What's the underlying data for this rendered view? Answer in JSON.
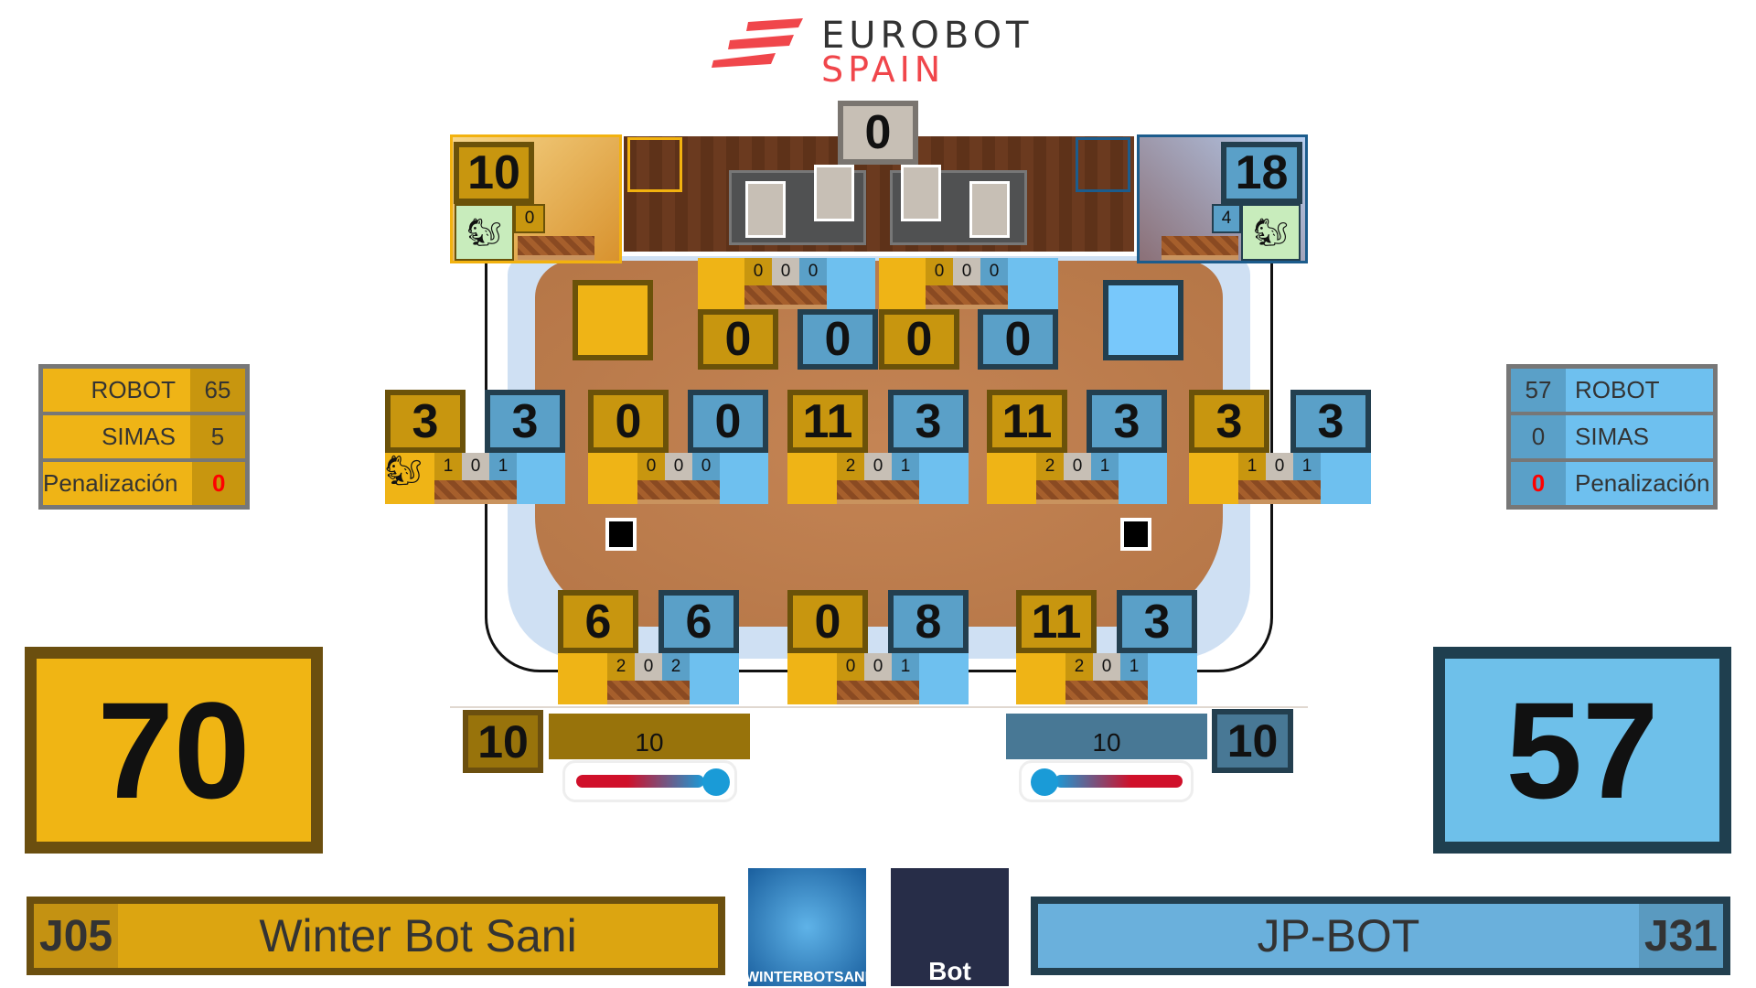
{
  "header": {
    "logo_line1": "EUROBOT",
    "logo_line2": "SPAIN"
  },
  "colors": {
    "yellow": "#efb416",
    "yellow_dark": "#c8960f",
    "blue": "#6ec0ef",
    "blue_dark": "#5aa0c8"
  },
  "field": {
    "center_top_score": "0",
    "yellow_nest": {
      "score": "10",
      "count": "0"
    },
    "blue_nest": {
      "score": "18",
      "count": "4"
    },
    "top_planters": [
      {
        "counters": [
          "0",
          "0",
          "0"
        ]
      },
      {
        "counters": [
          "0",
          "0",
          "0"
        ]
      }
    ],
    "mid_scores": [
      "0",
      "0",
      "0",
      "0"
    ],
    "row_middle": [
      {
        "yellow": "3",
        "blue": "3",
        "counters": [
          "1",
          "0",
          "1"
        ]
      },
      {
        "yellow": "0",
        "blue": "0",
        "counters": [
          "0",
          "0",
          "0"
        ]
      },
      {
        "yellow": "11",
        "blue": "3",
        "counters": [
          "2",
          "0",
          "1"
        ]
      },
      {
        "yellow": "11",
        "blue": "3",
        "counters": [
          "2",
          "0",
          "1"
        ]
      },
      {
        "yellow": "3",
        "blue": "3",
        "counters": [
          "1",
          "0",
          "1"
        ]
      }
    ],
    "row_bottom": [
      {
        "yellow": "6",
        "blue": "6",
        "counters": [
          "2",
          "0",
          "2"
        ]
      },
      {
        "yellow": "0",
        "blue": "8",
        "counters": [
          "0",
          "0",
          "1"
        ]
      },
      {
        "yellow": "11",
        "blue": "3",
        "counters": [
          "2",
          "0",
          "1"
        ]
      }
    ]
  },
  "thermo": {
    "yellow": {
      "box": "10",
      "bar": "10"
    },
    "blue": {
      "box": "10",
      "bar": "10"
    }
  },
  "panels": {
    "yellow": [
      {
        "label": "ROBOT",
        "value": "65"
      },
      {
        "label": "SIMAS",
        "value": "5"
      },
      {
        "label": "Penalización",
        "value": "0"
      }
    ],
    "blue": [
      {
        "label": "ROBOT",
        "value": "57"
      },
      {
        "label": "SIMAS",
        "value": "0"
      },
      {
        "label": "Penalización",
        "value": "0"
      }
    ]
  },
  "totals": {
    "yellow": "70",
    "blue": "57"
  },
  "teams": {
    "yellow": {
      "code": "J05",
      "name": "Winter Bot Sani",
      "logo_text": "WINTERBOTSANI"
    },
    "blue": {
      "code": "J31",
      "name": "JP-BOT",
      "logo_text": "Bot"
    }
  }
}
